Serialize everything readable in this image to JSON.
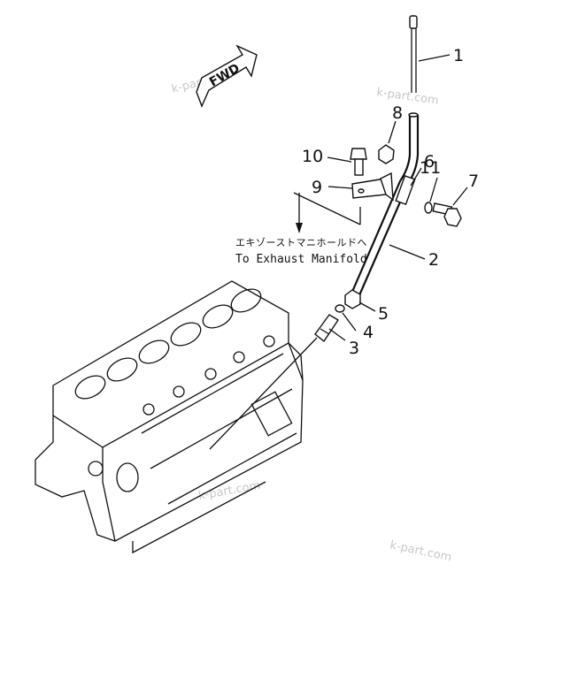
{
  "direction_marker": "FWD",
  "callouts": [
    {
      "id": "1",
      "text": "1"
    },
    {
      "id": "2",
      "text": "2"
    },
    {
      "id": "3",
      "text": "3"
    },
    {
      "id": "4",
      "text": "4"
    },
    {
      "id": "5",
      "text": "5"
    },
    {
      "id": "6",
      "text": "6"
    },
    {
      "id": "7",
      "text": "7"
    },
    {
      "id": "8",
      "text": "8"
    },
    {
      "id": "9",
      "text": "9"
    },
    {
      "id": "10",
      "text": "10"
    },
    {
      "id": "11",
      "text": "11"
    }
  ],
  "note": {
    "japanese": "エキゾーストマニホールドへ",
    "english": "To Exhaust Manifold"
  },
  "watermark": "k-part.com"
}
